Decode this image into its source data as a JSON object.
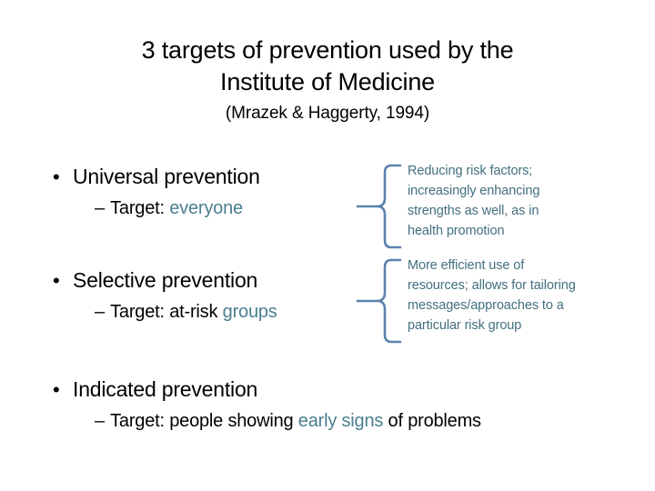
{
  "slide": {
    "background_color": "#ffffff",
    "title": {
      "line1": "3 targets of prevention used by the",
      "line2": "Institute of Medicine",
      "citation": "(Mrazek & Haggerty, 1994)"
    },
    "colors": {
      "text": "#000000",
      "highlight_teal": "#4a7f8f",
      "annotation_text": "#43707f",
      "brace_stroke": "#5b82ad"
    },
    "bullets": [
      {
        "marker": "•",
        "label": "Universal prevention",
        "sub": {
          "marker": "–",
          "prefix": "Target: ",
          "plain_before": "",
          "highlight": "everyone",
          "plain_after": ""
        }
      },
      {
        "marker": "•",
        "label": "Selective prevention",
        "sub": {
          "marker": "–",
          "prefix": "Target: ",
          "plain_before": "at-risk ",
          "highlight": "groups",
          "plain_after": ""
        }
      },
      {
        "marker": "•",
        "label": "Indicated prevention",
        "sub": {
          "marker": "–",
          "prefix": "Target: ",
          "plain_before": "people showing ",
          "highlight": "early signs",
          "plain_after": " of problems"
        }
      }
    ],
    "callouts": [
      {
        "brace_name": "left-pointing-curly-brace-icon",
        "lines": [
          "Reducing risk factors;",
          "increasingly enhancing",
          "strengths as well, as in",
          " health promotion"
        ]
      },
      {
        "brace_name": "left-pointing-curly-brace-icon",
        "lines": [
          "More efficient use of",
          "resources; allows for tailoring",
          "messages/approaches to a",
          "particular risk group"
        ]
      }
    ]
  }
}
